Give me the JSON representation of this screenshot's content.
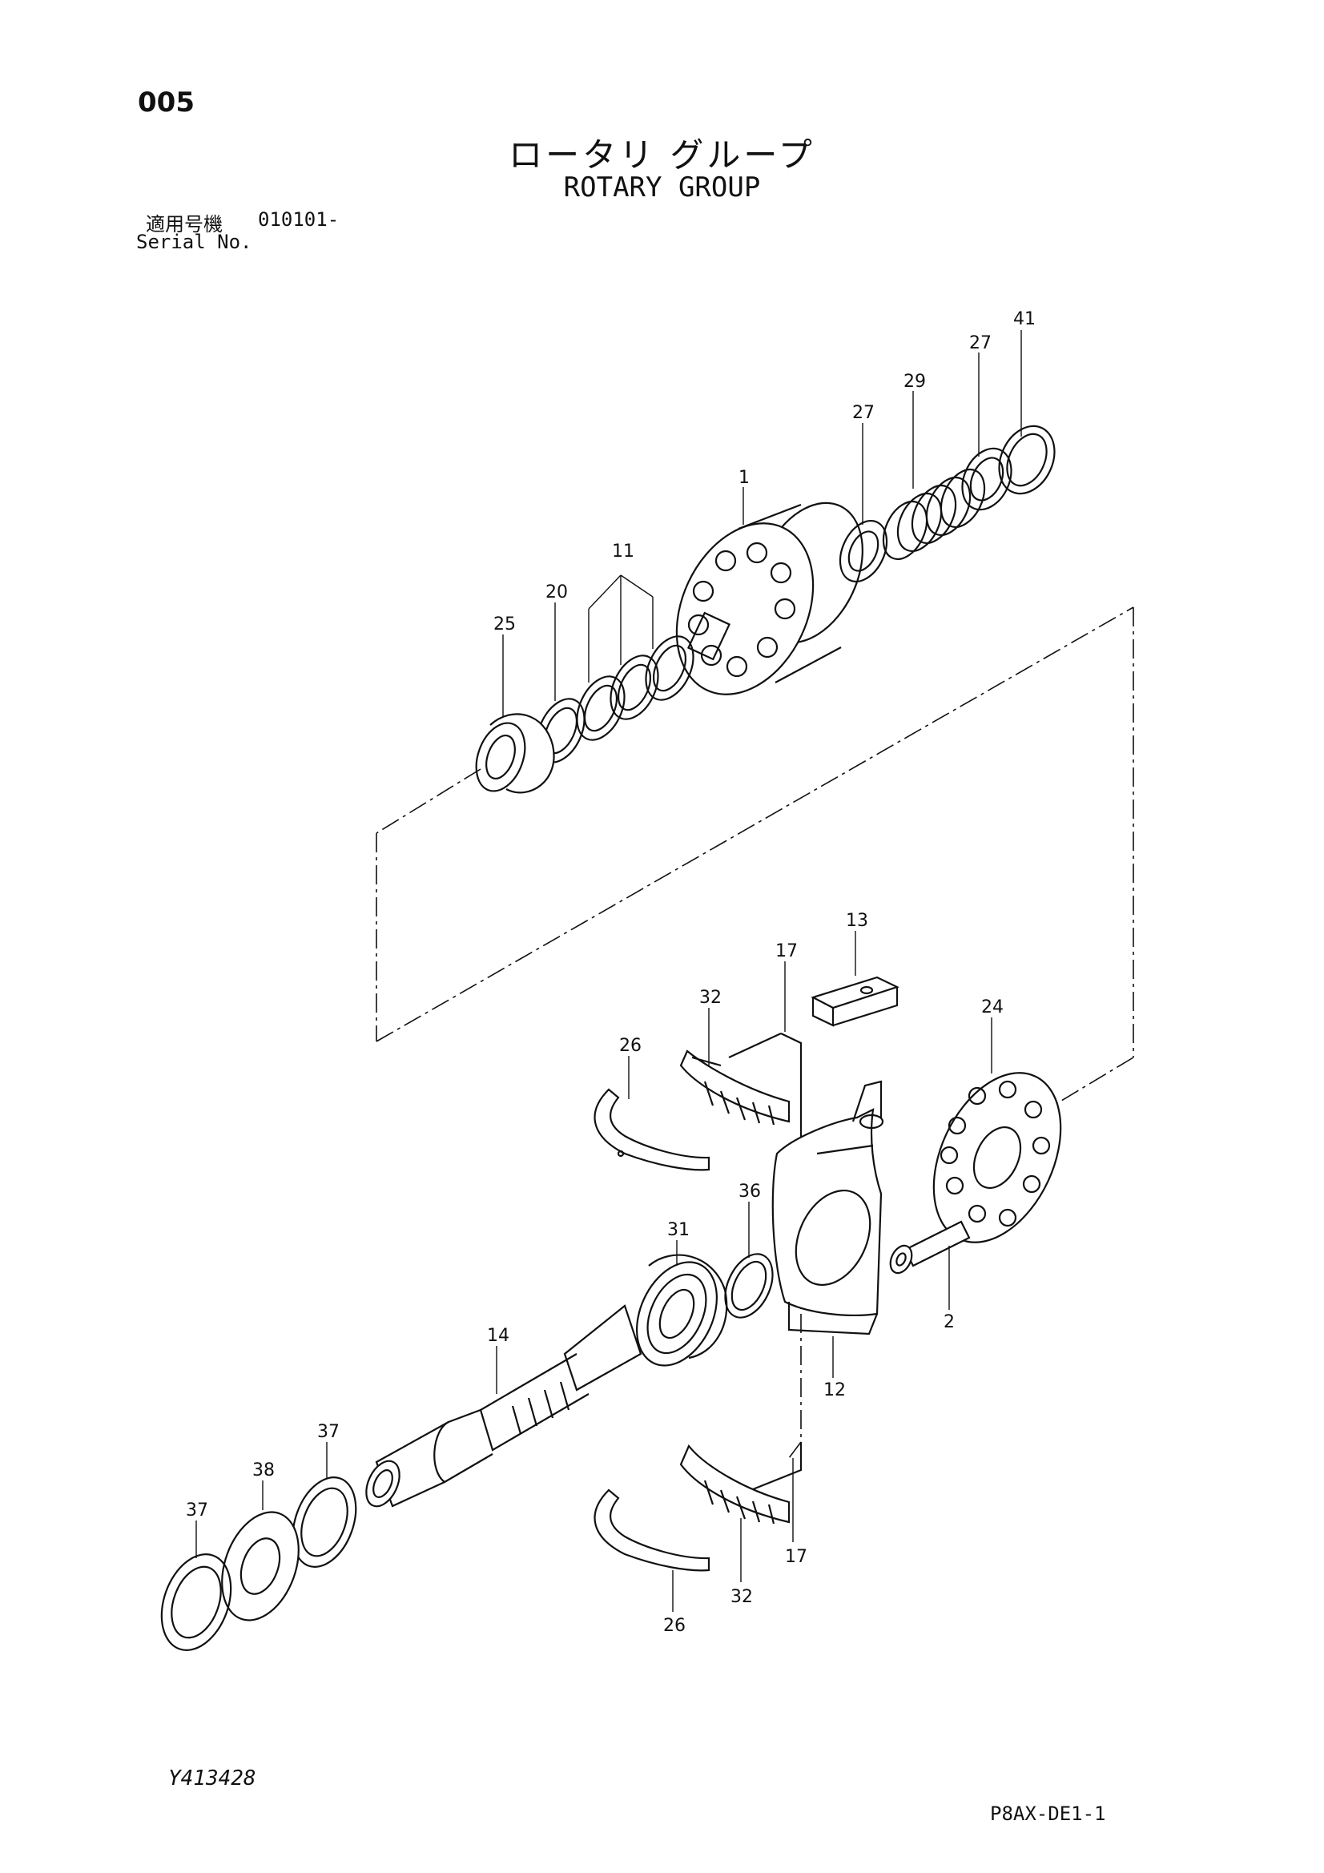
{
  "header": {
    "page_number": "005",
    "title_jp": "ロータリ グループ",
    "title_en": "ROTARY GROUP",
    "serial_label_jp": "適用号機",
    "serial_label_en": "Serial No.",
    "serial_value": "010101-"
  },
  "footer": {
    "left_code": "Y413428",
    "right_code": "P8AX-DE1-1"
  },
  "callouts": [
    {
      "id": "c41",
      "text": "41"
    },
    {
      "id": "c27a",
      "text": "27"
    },
    {
      "id": "c29",
      "text": "29"
    },
    {
      "id": "c27b",
      "text": "27"
    },
    {
      "id": "c1",
      "text": "1"
    },
    {
      "id": "c11",
      "text": "11"
    },
    {
      "id": "c20",
      "text": "20"
    },
    {
      "id": "c25",
      "text": "25"
    },
    {
      "id": "c13",
      "text": "13"
    },
    {
      "id": "c17a",
      "text": "17"
    },
    {
      "id": "c32a",
      "text": "32"
    },
    {
      "id": "c26a",
      "text": "26"
    },
    {
      "id": "c24",
      "text": "24"
    },
    {
      "id": "c36",
      "text": "36"
    },
    {
      "id": "c31",
      "text": "31"
    },
    {
      "id": "c2",
      "text": "2"
    },
    {
      "id": "c14",
      "text": "14"
    },
    {
      "id": "c12",
      "text": "12"
    },
    {
      "id": "c37a",
      "text": "37"
    },
    {
      "id": "c38",
      "text": "38"
    },
    {
      "id": "c37b",
      "text": "37"
    },
    {
      "id": "c17b",
      "text": "17"
    },
    {
      "id": "c32b",
      "text": "32"
    },
    {
      "id": "c26b",
      "text": "26"
    }
  ]
}
